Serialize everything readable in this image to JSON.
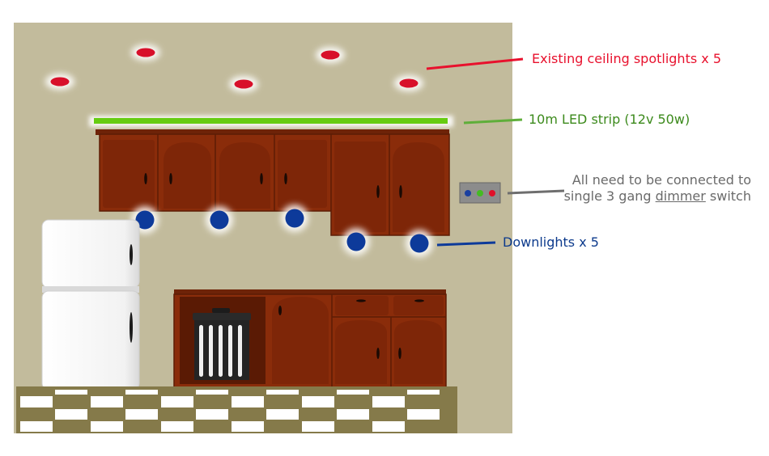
{
  "annotations": {
    "spotlights": {
      "text": "Existing ceiling spotlights x 5",
      "color": "#e8112d"
    },
    "led_strip": {
      "text": "10m LED strip (12v 50w)",
      "color": "#3c8a1c"
    },
    "switch": {
      "line1": "All need to be connected to",
      "line2_before": "single 3 gang ",
      "line2_underlined": "dimmer",
      "line2_after": " switch",
      "color": "#6a6a6a"
    },
    "downlights": {
      "text": "Downlights x 5",
      "color": "#0c3a8c"
    }
  },
  "colors": {
    "wall": "#c2bb9c",
    "cabinet": "#8a2c0a",
    "cabinet_dark": "#5c1c05",
    "spotlight": "#d8102a",
    "led": "#66cc11",
    "downlight": "#0d3a9a",
    "fridge": "#ffffff",
    "floor_dark": "#857a4a",
    "floor_light": "#ffffff",
    "switch_plate": "#8c8c8c"
  },
  "switch_dots": [
    "#1a3fa0",
    "#44bb22",
    "#e0102a"
  ],
  "counts": {
    "spotlights": 5,
    "downlights": 5
  }
}
